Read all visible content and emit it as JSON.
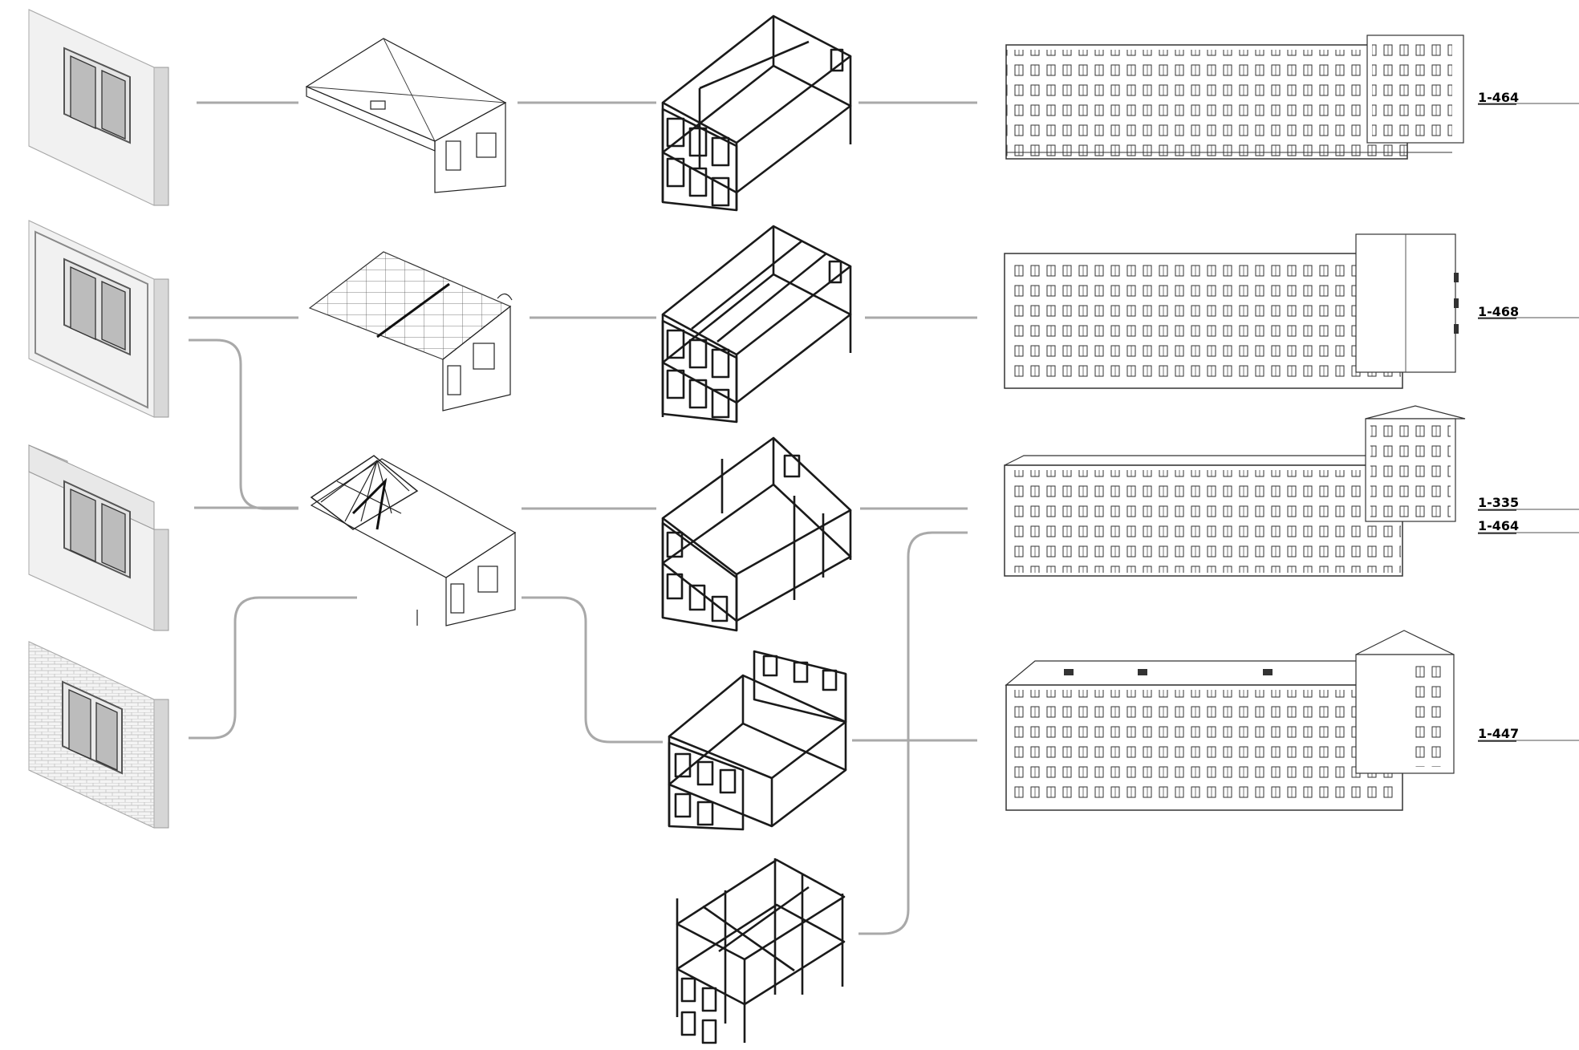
{
  "labels": {
    "series_1": "1-464",
    "series_2": "1-468",
    "series_3": "1-335",
    "series_4": "1-464",
    "series_5": "1-447"
  },
  "colors": {
    "connector": "#a9a9a9",
    "label_line": "#8c8c8c",
    "ink": "#1a1a1a",
    "panel_face": "#f2f2f2",
    "panel_side": "#dcdcdc",
    "window_glass": "#bfbfbf"
  },
  "icons": {
    "wall_panels": [
      "single-layer-panel-icon",
      "framed-panel-icon",
      "stepped-panel-icon",
      "brick-wall-icon"
    ],
    "roofs": [
      "flat-roof-icon",
      "grid-roof-icon",
      "truss-roof-icon"
    ],
    "frames": [
      "cross-wall-frame-icon",
      "longitudinal-wall-frame-icon",
      "column-frame-icon",
      "mixed-frame-icon",
      "skeleton-frame-icon"
    ],
    "facades": [
      "facade-1-464-icon",
      "facade-1-468-icon",
      "facade-1-335-icon",
      "facade-1-447-icon"
    ]
  }
}
